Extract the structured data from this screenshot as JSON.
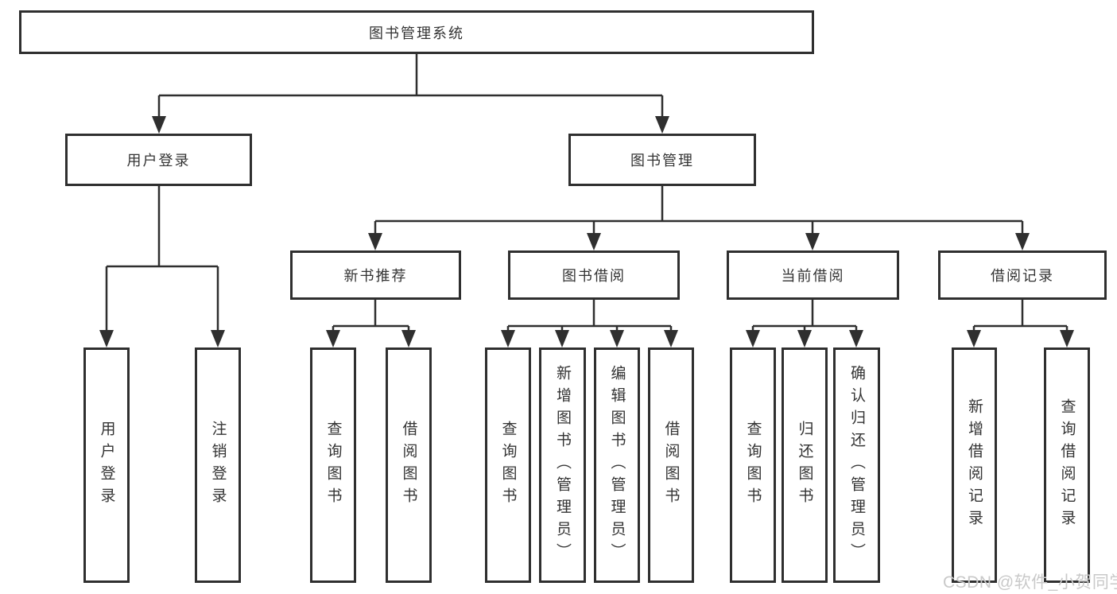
{
  "tree": {
    "root": {
      "label": "图书管理系统"
    },
    "branches": [
      {
        "label": "用户登录",
        "children": [
          {
            "label": "用户登录"
          },
          {
            "label": "注销登录"
          }
        ]
      },
      {
        "label": "图书管理",
        "groups": [
          {
            "label": "新书推荐",
            "children": [
              {
                "label": "查询图书"
              },
              {
                "label": "借阅图书"
              }
            ]
          },
          {
            "label": "图书借阅",
            "children": [
              {
                "label": "查询图书"
              },
              {
                "label": "新增图书（管理员）"
              },
              {
                "label": "编辑图书（管理员）"
              },
              {
                "label": "借阅图书"
              }
            ]
          },
          {
            "label": "当前借阅",
            "children": [
              {
                "label": "查询图书"
              },
              {
                "label": "归还图书"
              },
              {
                "label": "确认归还（管理员）"
              }
            ]
          },
          {
            "label": "借阅记录",
            "children": [
              {
                "label": "新增借阅记录"
              },
              {
                "label": "查询借阅记录"
              }
            ]
          }
        ]
      }
    ]
  },
  "watermark": {
    "text": "CSDN @软件_小贺同学"
  },
  "colors": {
    "line": "#2f2f2f",
    "text": "#333333",
    "watermark": "#c9c9c9",
    "background": "#ffffff"
  }
}
